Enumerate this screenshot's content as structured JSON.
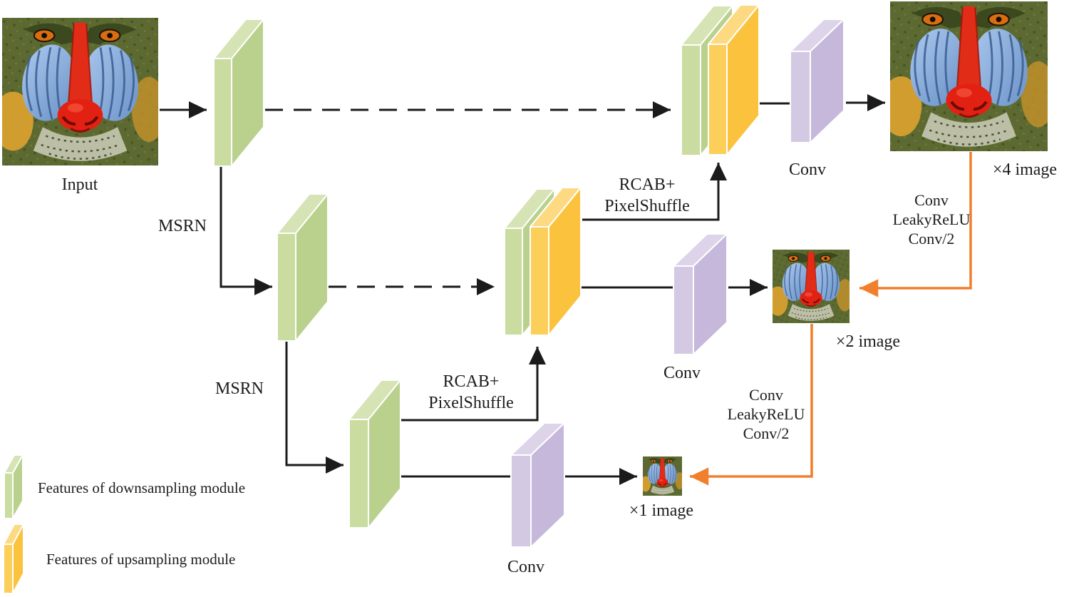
{
  "colors": {
    "background": "#ffffff",
    "text": "#1c1c1c",
    "wire": "#1b1b1b",
    "orange": "#f07f2e",
    "green_front": "#cadc9f",
    "green_side": "#b9d18d",
    "green_top": "#d6e3b4",
    "yellow_front": "#fccf5a",
    "yellow_side": "#fbc23d",
    "yellow_top": "#fdda82",
    "purple_front": "#d4c9e3",
    "purple_side": "#c6b8da",
    "purple_top": "#ddd4ea"
  },
  "diagram": {
    "input_label": "Input",
    "msrn_top": "MSRN",
    "msrn_bottom": "MSRN",
    "rcab_top": {
      "line1": "RCAB+",
      "line2": "PixelShuffle"
    },
    "rcab_bottom": {
      "line1": "RCAB+",
      "line2": "PixelShuffle"
    },
    "conv_top": "Conv",
    "conv_middle": "Conv",
    "conv_bottom": "Conv",
    "x4_label": "×4 image",
    "x2_label": "×2 image",
    "x1_label": "×1 image",
    "postprocess_top": {
      "line1": "Conv",
      "line2": "LeakyReLU",
      "line3": "Conv/2"
    },
    "postprocess_bottom": {
      "line1": "Conv",
      "line2": "LeakyReLU",
      "line3": "Conv/2"
    }
  },
  "legend": {
    "downsampling_label": "Features of downsampling module",
    "upsampling_label": "Features of upsampling module"
  }
}
